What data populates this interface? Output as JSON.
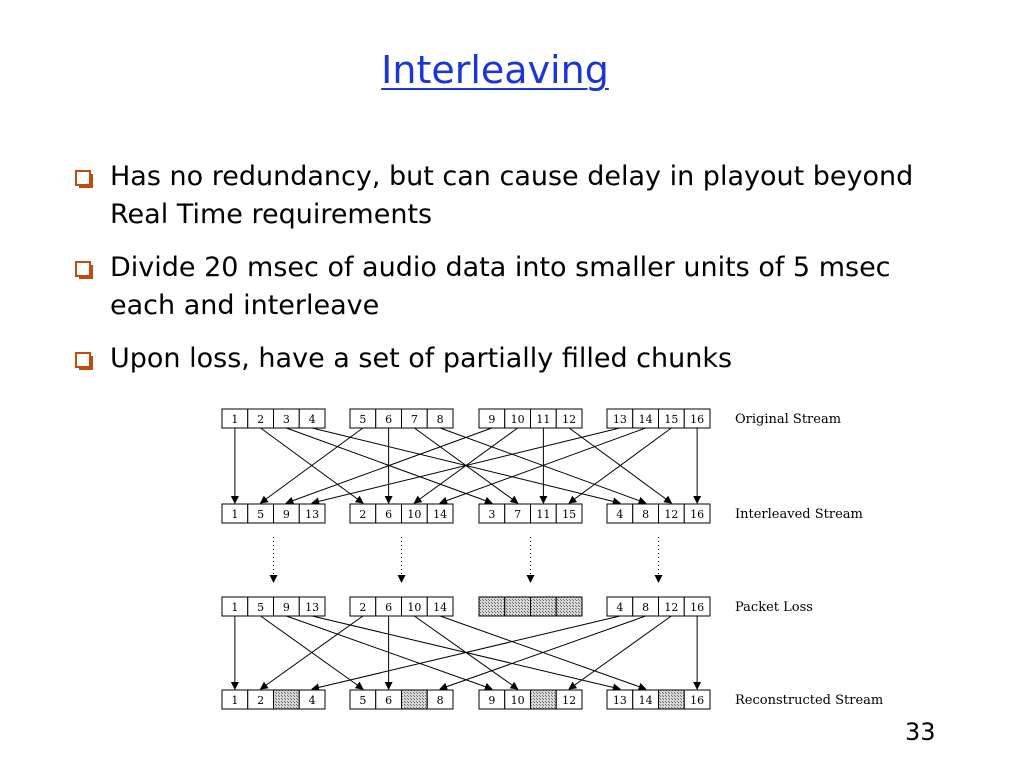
{
  "slide": {
    "title": "Interleaving",
    "bullets": [
      "Has no redundancy, but can cause delay in playout beyond Real Time requirements",
      "Divide 20 msec of audio data into smaller units of 5 msec each and interleave",
      "Upon loss, have a set of partially filled chunks"
    ],
    "page_number": "33"
  },
  "diagram": {
    "rows": [
      {
        "label": "Original Stream",
        "packets": [
          [
            "1",
            "2",
            "3",
            "4"
          ],
          [
            "5",
            "6",
            "7",
            "8"
          ],
          [
            "9",
            "10",
            "11",
            "12"
          ],
          [
            "13",
            "14",
            "15",
            "16"
          ]
        ],
        "lost_packets": []
      },
      {
        "label": "Interleaved Stream",
        "packets": [
          [
            "1",
            "5",
            "9",
            "13"
          ],
          [
            "2",
            "6",
            "10",
            "14"
          ],
          [
            "3",
            "7",
            "11",
            "15"
          ],
          [
            "4",
            "8",
            "12",
            "16"
          ]
        ],
        "lost_packets": []
      },
      {
        "label": "Packet Loss",
        "packets": [
          [
            "1",
            "5",
            "9",
            "13"
          ],
          [
            "2",
            "6",
            "10",
            "14"
          ],
          [
            "",
            "",
            "",
            ""
          ],
          [
            "4",
            "8",
            "12",
            "16"
          ]
        ],
        "lost_packets": [
          2
        ]
      },
      {
        "label": "Reconstructed Stream",
        "packets": [
          [
            "1",
            "2",
            "",
            "4"
          ],
          [
            "5",
            "6",
            "",
            "8"
          ],
          [
            "9",
            "10",
            "",
            "12"
          ],
          [
            "13",
            "14",
            "",
            "16"
          ]
        ],
        "lost_packets": []
      }
    ]
  }
}
